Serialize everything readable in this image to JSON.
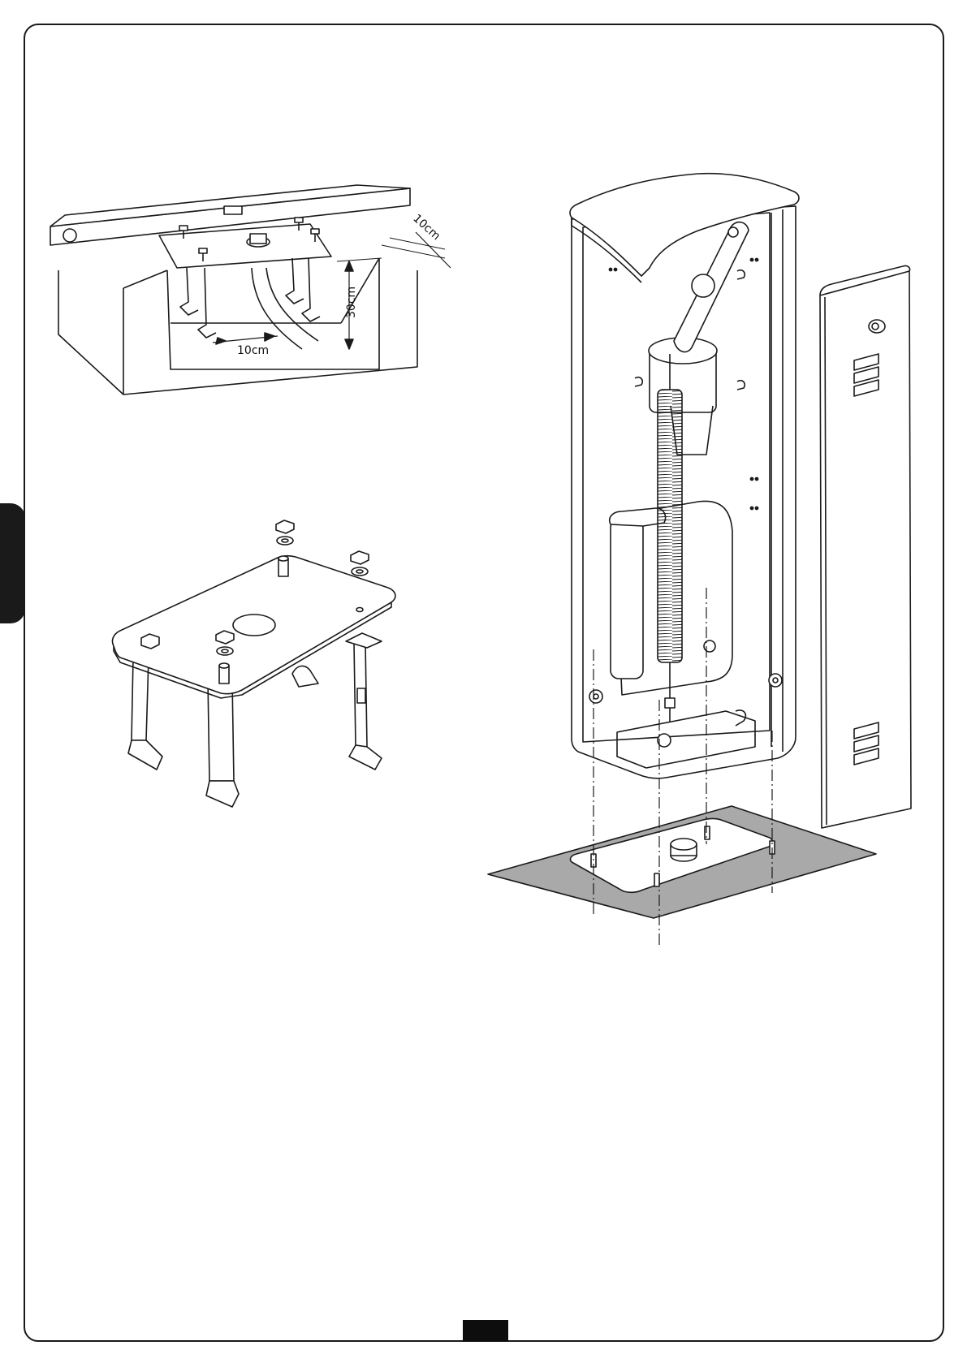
{
  "diagram": {
    "dimensions": {
      "top_offset": "10cm",
      "side_offset": "10cm",
      "depth": "30cm"
    }
  },
  "colors": {
    "line": "#1a1a1a",
    "ground": "#a9a9a9",
    "frame": "#1a1a1a"
  }
}
